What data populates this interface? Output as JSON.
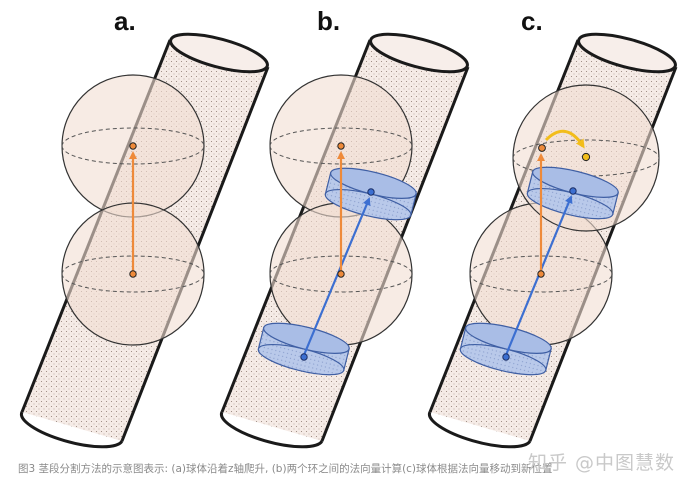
{
  "figure": {
    "panels": [
      {
        "label": "a."
      },
      {
        "label": "b."
      },
      {
        "label": "c."
      }
    ],
    "caption": "图3 茎段分割方法的示意图表示: (a)球体沿着z轴爬升, (b)两个环之间的法向量计算(c)球体根据法向量移动到新位置",
    "watermark": "知乎 @中图慧数",
    "colors": {
      "stem_fill": "#f4e9e4",
      "sphere_fill": "#f1ddd2",
      "disc_fill": "#b7c8ea",
      "disc_stroke": "#3f5fa4",
      "orange_arrow": "#ee8a3a",
      "blue_arrow": "#3c6fd1",
      "yellow_arrow": "#f2bd1b"
    }
  }
}
